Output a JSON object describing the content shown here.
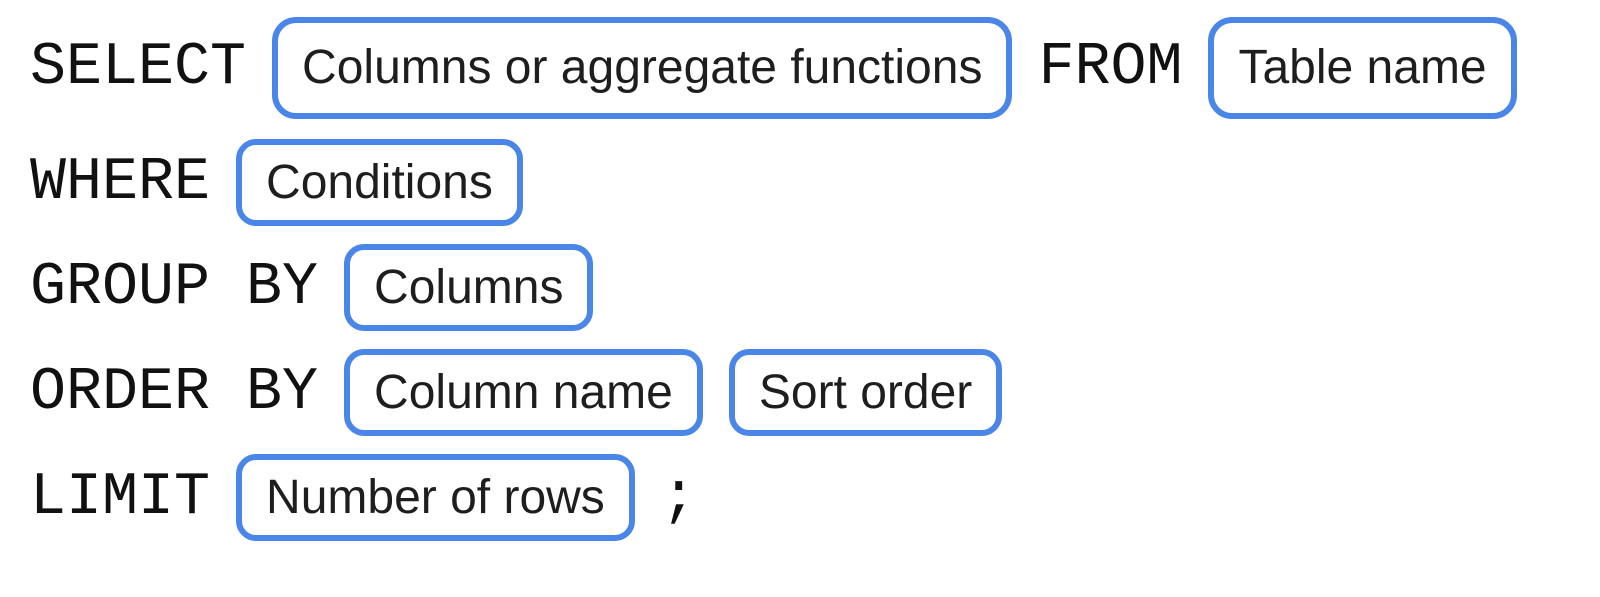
{
  "title": "SQL query syntax diagram",
  "colors": {
    "accent_blue": "#4a86e8",
    "keyword_text": "#111111",
    "label_text": "#1e1e1e",
    "background": "#ffffff"
  },
  "rows": [
    {
      "segments": [
        {
          "kind": "keyword",
          "text": "SELECT"
        },
        {
          "kind": "placeholder",
          "text": "Columns or aggregate functions"
        },
        {
          "kind": "keyword",
          "text": "FROM"
        },
        {
          "kind": "placeholder",
          "text": "Table name"
        }
      ]
    },
    {
      "segments": [
        {
          "kind": "keyword",
          "text": "WHERE"
        },
        {
          "kind": "placeholder",
          "text": "Conditions"
        }
      ]
    },
    {
      "segments": [
        {
          "kind": "keyword",
          "text": "GROUP BY"
        },
        {
          "kind": "placeholder",
          "text": "Columns"
        }
      ]
    },
    {
      "segments": [
        {
          "kind": "keyword",
          "text": "ORDER BY"
        },
        {
          "kind": "placeholder",
          "text": "Column name"
        },
        {
          "kind": "placeholder",
          "text": "Sort order"
        }
      ]
    },
    {
      "segments": [
        {
          "kind": "keyword",
          "text": "LIMIT"
        },
        {
          "kind": "placeholder",
          "text": "Number of rows"
        },
        {
          "kind": "keyword",
          "text": ";"
        }
      ]
    }
  ]
}
